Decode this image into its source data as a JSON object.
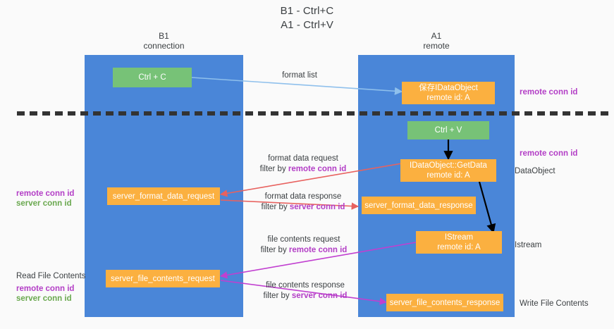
{
  "title": {
    "line1": "B1 - Ctrl+C",
    "line2": "A1 - Ctrl+V"
  },
  "lanes": [
    {
      "id": "b1",
      "name_line1": "B1",
      "name_line2": "connection",
      "color": "#4a86d8"
    },
    {
      "id": "a1",
      "name_line1": "A1",
      "name_line2": "remote",
      "color": "#4a86d8"
    }
  ],
  "colors": {
    "lane_blue": "#4a86d8",
    "node_green": "#77c277",
    "node_orange": "#fbb040",
    "accent_purple": "#b33ec6",
    "accent_green": "#6aa84f",
    "arrow_lightblue": "#8fc0ec",
    "arrow_red": "#e8625f",
    "arrow_magenta": "#c13fd0",
    "arrow_black": "#000000",
    "text_gray": "#3c4043",
    "divider_black": "#333333"
  },
  "nodes": [
    {
      "id": "ctrl-c",
      "label_1": "Ctrl + C",
      "label_2": "",
      "style": "green"
    },
    {
      "id": "save-idataobject",
      "label_1": "保存IDataObject",
      "label_2": "remote id: A",
      "style": "orange"
    },
    {
      "id": "ctrl-v",
      "label_1": "Ctrl + V",
      "label_2": "",
      "style": "green"
    },
    {
      "id": "idataobject-getdata",
      "label_1": "IDataObject::GetData",
      "label_2": "remote id: A",
      "style": "orange"
    },
    {
      "id": "server-format-data-request",
      "label_1": "server_format_data_request",
      "label_2": "",
      "style": "orange"
    },
    {
      "id": "server-format-data-response",
      "label_1": "server_format_data_response",
      "label_2": "",
      "style": "orange"
    },
    {
      "id": "istream",
      "label_1": "IStream",
      "label_2": "remote id: A",
      "style": "orange"
    },
    {
      "id": "server-file-contents-request",
      "label_1": "server_file_contents_request",
      "label_2": "",
      "style": "orange"
    },
    {
      "id": "server-file-contents-response",
      "label_1": "server_file_contents_response",
      "label_2": "",
      "style": "orange"
    }
  ],
  "edge_labels": {
    "format_list": "format list",
    "format_data_request": "format data request",
    "format_data_request_filter_prefix": "filter by ",
    "format_data_request_filter_key": "remote conn id",
    "format_data_response": "format data response",
    "format_data_response_filter_prefix": "filter by ",
    "format_data_response_filter_key": "server conn id",
    "file_contents_request": "file contents request",
    "file_contents_request_filter_prefix": "filter by ",
    "file_contents_request_filter_key": "remote conn id",
    "file_contents_response": "file contents response",
    "file_contents_response_filter_prefix": "filter by ",
    "file_contents_response_filter_key": "server conn id"
  },
  "annotations": {
    "right_top_remote_conn_id": "remote conn id",
    "right_mid_remote_conn_id": "remote conn id",
    "right_dataobject": "DataObject",
    "right_istream": "Istream",
    "right_write_file_contents": "Write File Contents",
    "left_mid_remote_conn_id": "remote conn id",
    "left_mid_server_conn_id": "server conn id",
    "left_read_file_contents": "Read File Contents",
    "left_bot_remote_conn_id": "remote conn id",
    "left_bot_server_conn_id": "server conn id"
  }
}
